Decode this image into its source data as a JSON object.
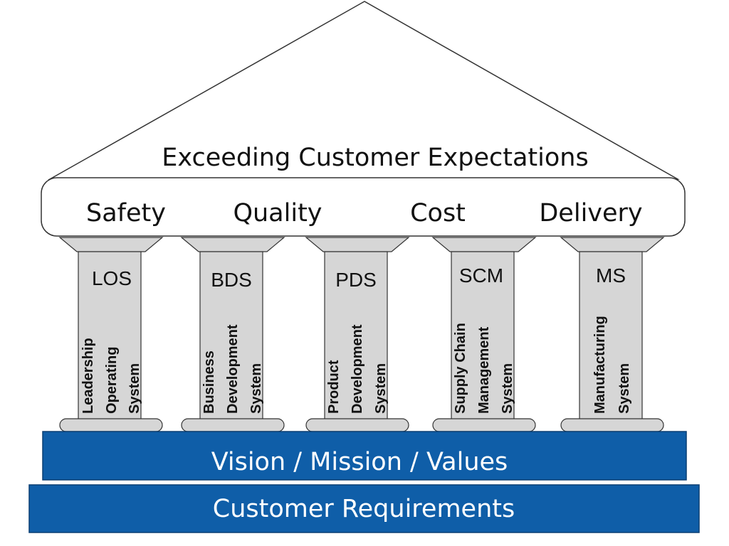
{
  "roof": {
    "title": "Exceeding Customer Expectations"
  },
  "beam": {
    "labels": [
      "Safety",
      "Quality",
      "Cost",
      "Delivery"
    ]
  },
  "pillars": [
    {
      "abbr": "LOS",
      "lines": [
        "Leadership",
        "Operating",
        "System"
      ]
    },
    {
      "abbr": "BDS",
      "lines": [
        "Business",
        "Development",
        "System"
      ]
    },
    {
      "abbr": "PDS",
      "lines": [
        "Product",
        "Development",
        "System"
      ]
    },
    {
      "abbr": "SCM",
      "lines": [
        "Supply Chain",
        "Management",
        "System"
      ]
    },
    {
      "abbr": "MS",
      "lines": [
        "Manufacturing",
        "System"
      ]
    }
  ],
  "foundation": {
    "upper": "Vision / Mission / Values",
    "lower": "Customer Requirements"
  },
  "colors": {
    "foundation_fill": "#0f5ea8",
    "foundation_border": "#0a3f73",
    "pillar_fill": "#d6d6d6",
    "outline": "#333333",
    "text_dark": "#111111",
    "text_light": "#ffffff"
  }
}
